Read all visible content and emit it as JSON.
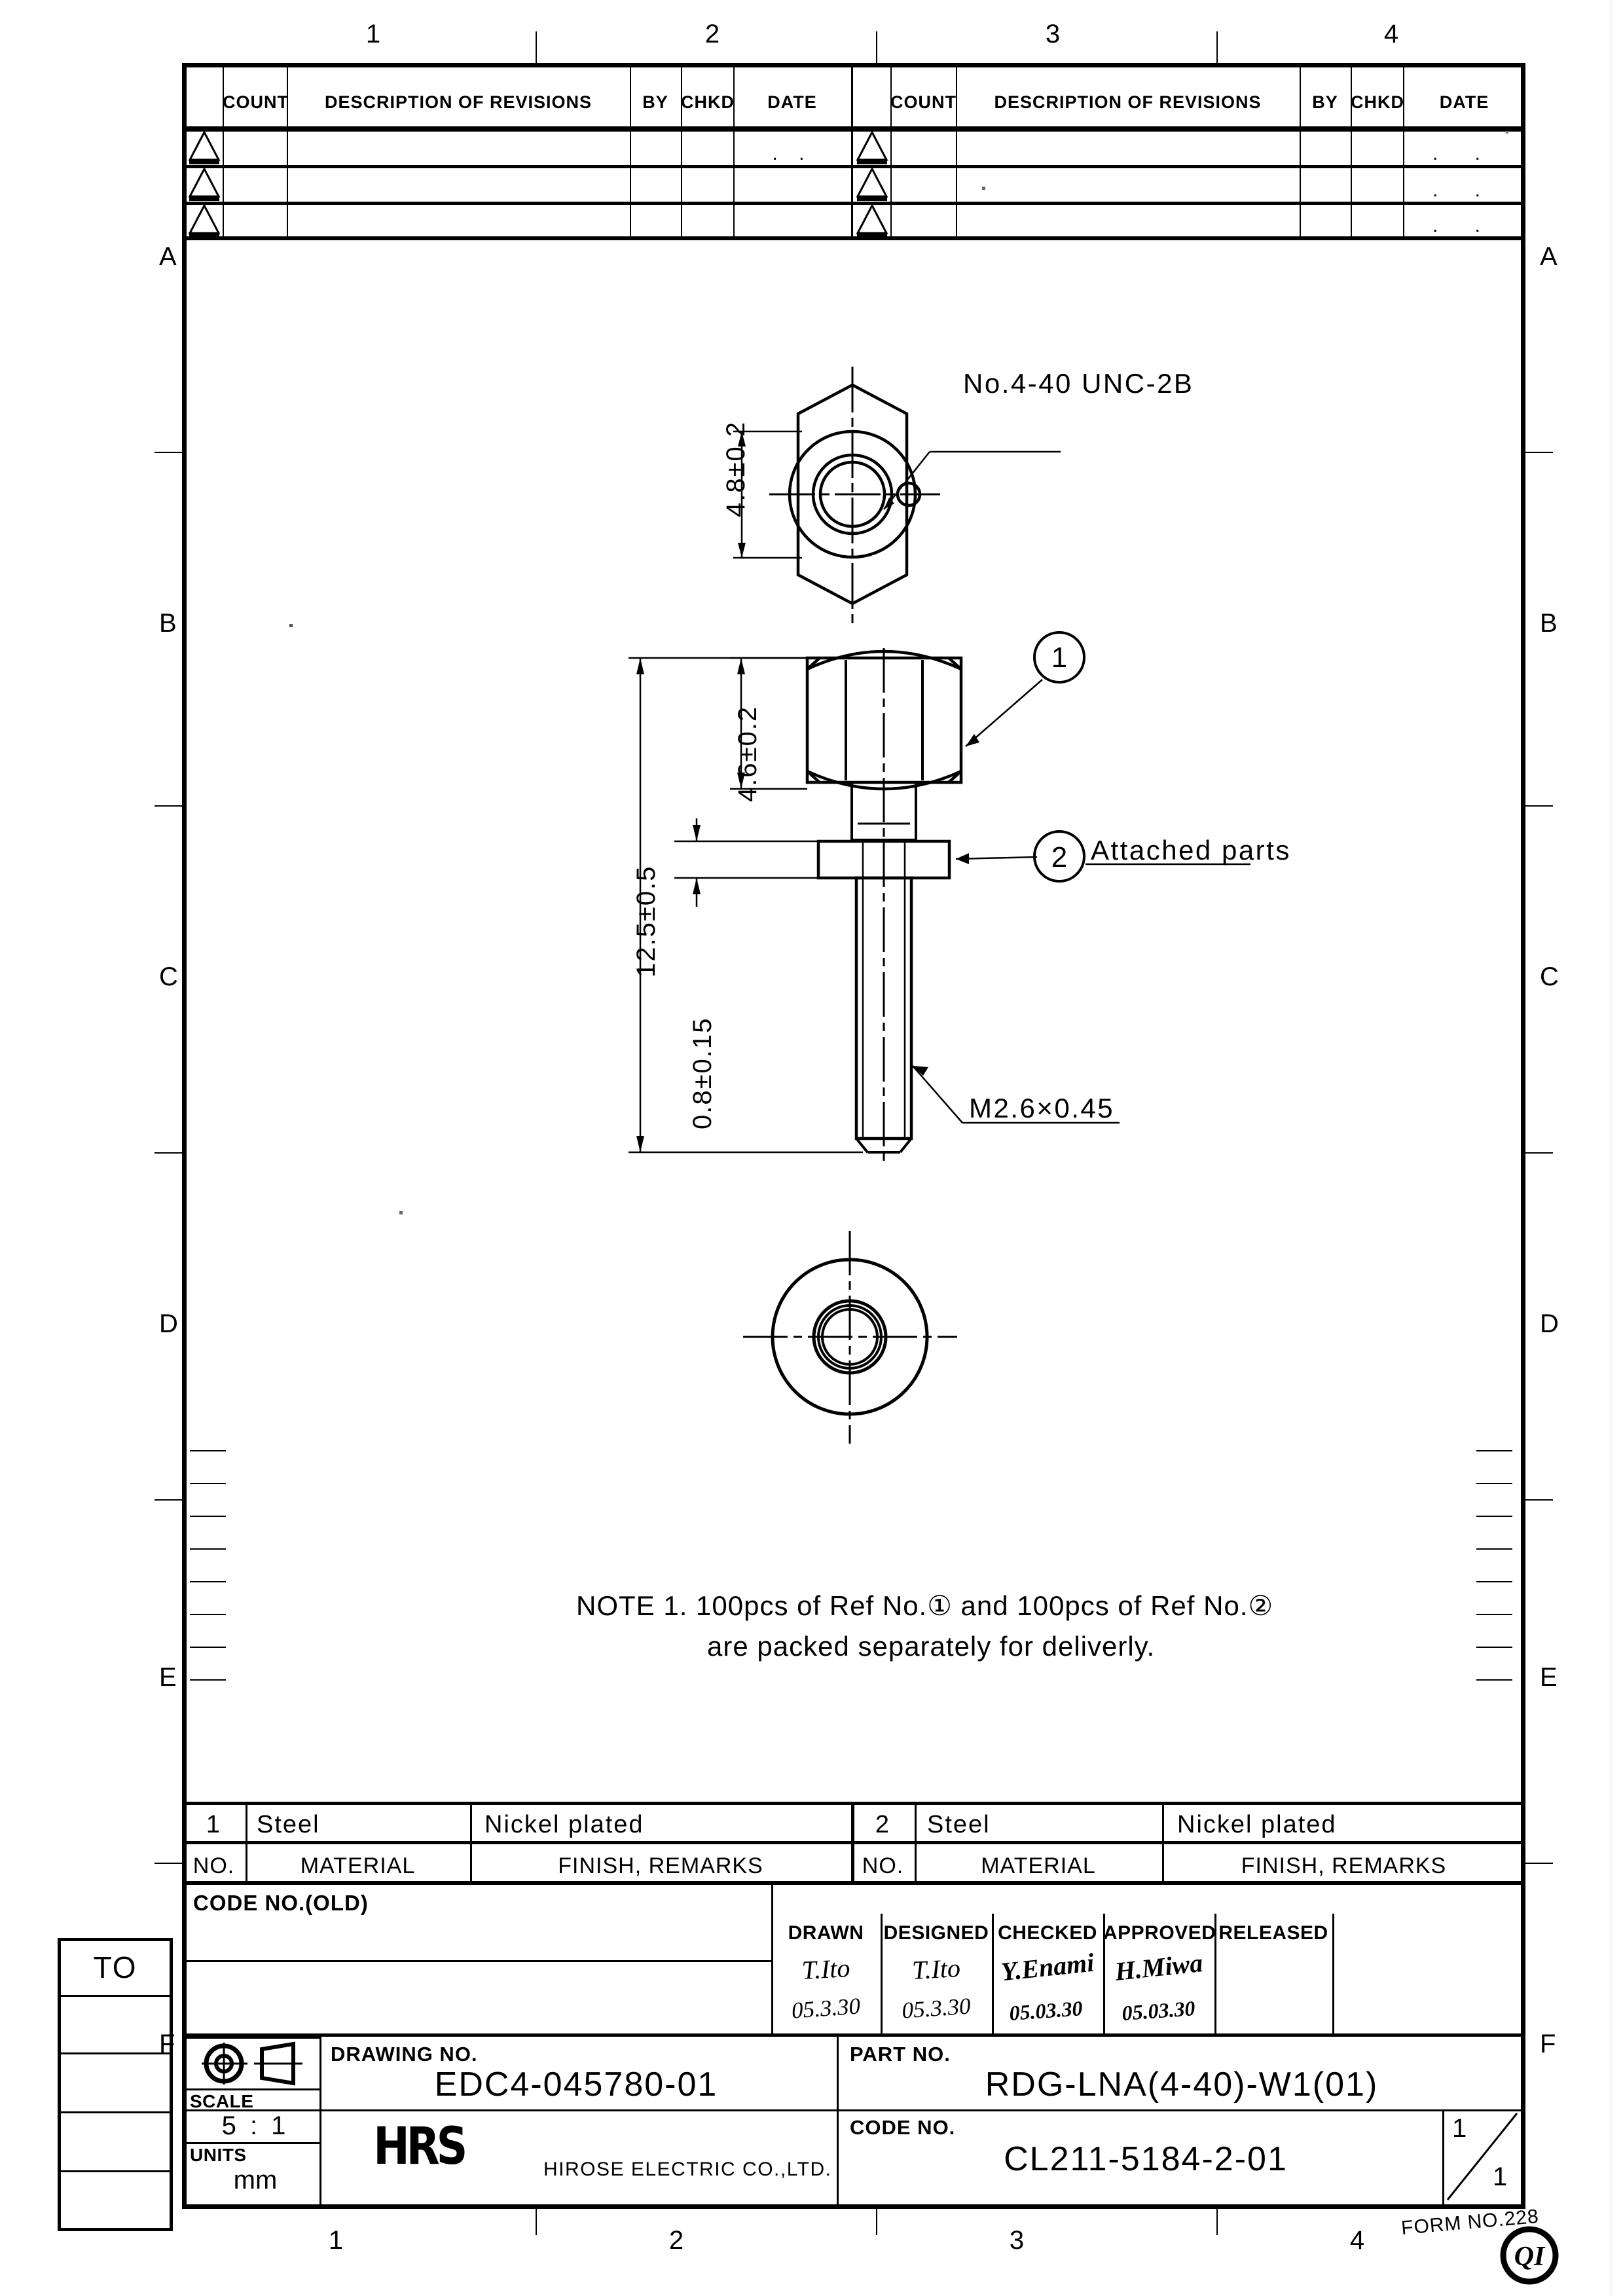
{
  "frame": {
    "columns": [
      "1",
      "2",
      "3",
      "4"
    ],
    "rows": [
      "A",
      "B",
      "C",
      "D",
      "E",
      "F"
    ],
    "form_no": "FORM NO.228",
    "stamp": "QI"
  },
  "revision_table": {
    "headers": [
      "COUNT",
      "DESCRIPTION OF REVISIONS",
      "BY",
      "CHKD",
      "DATE"
    ],
    "rows": [
      {
        "count": "",
        "description": "",
        "by": "",
        "chkd": "",
        "date": ". ."
      },
      {
        "count": "",
        "description": "",
        "by": "",
        "chkd": "",
        "date": ""
      },
      {
        "count": "",
        "description": "",
        "by": "",
        "chkd": "",
        "date": ""
      }
    ],
    "rows_right": [
      {
        "count": "",
        "description": "",
        "by": "",
        "chkd": "",
        "date": ". ."
      },
      {
        "count": "",
        "description": "",
        "by": "",
        "chkd": "",
        "date": ". ."
      },
      {
        "count": "",
        "description": "",
        "by": "",
        "chkd": "",
        "date": ". ."
      }
    ]
  },
  "drawing": {
    "top_view": {
      "dimension_vertical": "4.8±0.2",
      "thread_callout": "No.4-40 UNC-2B"
    },
    "side_view": {
      "dim_overall": "12.5±0.5",
      "dim_hex": "4.6±0.2",
      "dim_washer": "0.8±0.15",
      "thread_callout": "M2.6×0.45",
      "balloon_1": "1",
      "balloon_2": "2",
      "balloon_2_label": "Attached parts"
    },
    "note": {
      "line1": "NOTE 1. 100pcs of Ref No.① and 100pcs of Ref No.②",
      "line2": "are packed separately for deliverly."
    }
  },
  "parts_table": {
    "col_labels": [
      "NO.",
      "MATERIAL",
      "FINISH, REMARKS"
    ],
    "items": [
      {
        "no": "1",
        "material": "Steel",
        "finish": "Nickel plated"
      },
      {
        "no": "2",
        "material": "Steel",
        "finish": "Nickel plated"
      }
    ]
  },
  "title_block": {
    "code_no_old_label": "CODE NO.(OLD)",
    "code_no_old_value": "",
    "approval_headers": [
      "DRAWN",
      "DESIGNED",
      "CHECKED",
      "APPROVED",
      "RELEASED"
    ],
    "approval_signatures": [
      "T.Ito",
      "T.Ito",
      "Y.Enami",
      "H.Miwa",
      ""
    ],
    "approval_dates": [
      "05.3.30",
      "05.3.30",
      "05.03.30",
      "05.03.30",
      ""
    ],
    "drawing_no_label": "DRAWING NO.",
    "drawing_no": "EDC4-045780-01",
    "part_no_label": "PART NO.",
    "part_no": "RDG-LNA(4-40)-W1(01)",
    "code_no_label": "CODE NO.",
    "code_no": "CL211-5184-2-01",
    "scale_label": "SCALE",
    "scale_value": "5 : 1",
    "units_label": "UNITS",
    "units_value": "mm",
    "company_logo": "HRS",
    "company_name": "HIROSE ELECTRIC CO.,LTD.",
    "sheet_current": "1",
    "sheet_total": "1"
  },
  "side_tab": {
    "label": "TO",
    "empty_rows": 4
  },
  "colors": {
    "ink": "#000000",
    "paper": "#ffffff"
  }
}
